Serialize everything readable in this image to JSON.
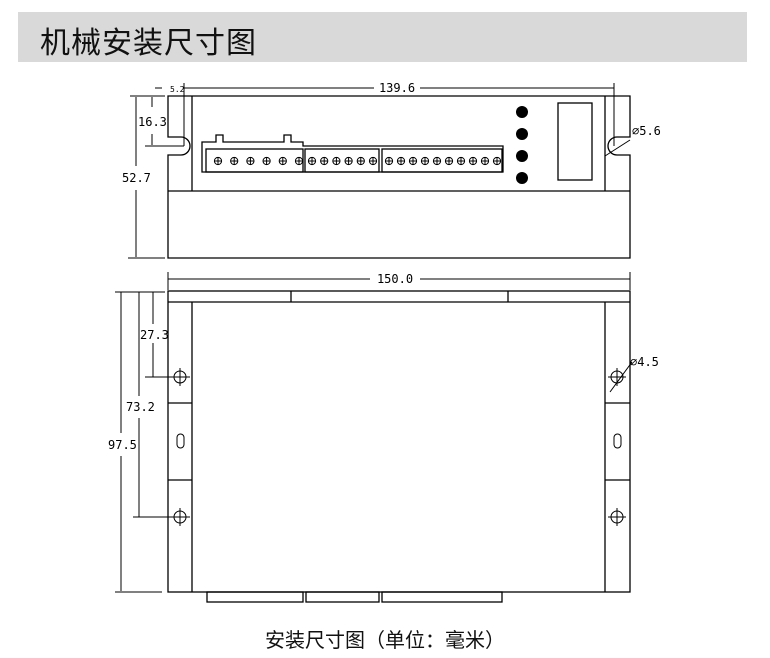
{
  "header": {
    "title": "机械安装尺寸图"
  },
  "top_view": {
    "dims": {
      "offset": "5.2",
      "hole_span": "139.6",
      "slot_height": "16.3",
      "height": "52.7",
      "slot_dia": "⌀5.6"
    }
  },
  "bottom_view": {
    "dims": {
      "width": "150.0",
      "hole1": "27.3",
      "hole2": "73.2",
      "length": "97.5",
      "hole_dia": "⌀4.5"
    }
  },
  "caption": "安装尺寸图（单位：毫米）",
  "colors": {
    "header_bg": "#d9d9d9",
    "line": "#000000"
  }
}
